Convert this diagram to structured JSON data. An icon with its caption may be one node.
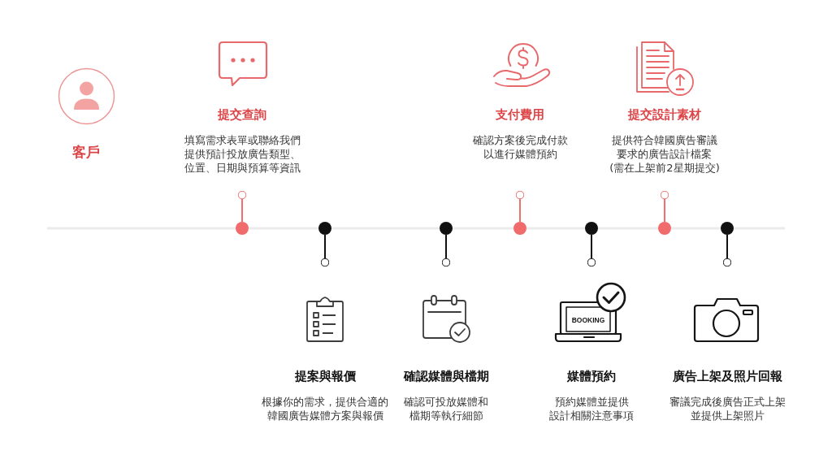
{
  "diagram": {
    "nodes": [
      {
        "text": [
          "客戶"
        ]
      },
      {
        "text": [
          "提交查詢",
          "填寫需求表單或聯絡我們提供預計投放廣告類型、位置、日期與預算等資訊"
        ]
      },
      {
        "text": [
          "提案與報價",
          "根據你的需求，提供合適的韓國廣告媒體方案與報價"
        ]
      },
      {
        "text": [
          "確認媒體與檔期",
          "確認可投放媒體和檔期等執行細節"
        ]
      },
      {
        "text": [
          "支付費用",
          "確認方案後完成付款以進行媒體預約"
        ]
      },
      {
        "text": [
          "媒體預約",
          "預約媒體並提供設計相關注意事項"
        ]
      },
      {
        "text": [
          "提交設計素材",
          "提供符合韓國廣告審議要求的廣告設計檔案(需在上架前2星期提交)"
        ]
      },
      {
        "text": [
          "廣告上架及照片回報",
          "審議完成後廣告正式上架並提供上架照片"
        ]
      },
      {
        "text": [],
        "shape": "circle"
      },
      {
        "text": [],
        "shape": "circle"
      },
      {
        "text": [],
        "shape": "circle"
      },
      {
        "text": [],
        "shape": "circle"
      },
      {
        "text": [],
        "shape": "circle"
      },
      {
        "text": [],
        "shape": "circle"
      },
      {
        "text": [],
        "shape": "circle"
      },
      {
        "text": [],
        "shape": "circle"
      },
      {
        "text": [],
        "shape": "circle"
      },
      {
        "text": [],
        "shape": "circle"
      },
      {
        "text": [],
        "shape": "circle"
      },
      {
        "text": [],
        "shape": "circle"
      },
      {
        "text": [],
        "shape": "circle"
      },
      {
        "text": [],
        "shape": "circle"
      }
    ],
    "edges": [
      {
        "from": null,
        "to": 8,
        "arrow": "none"
      },
      {
        "from": 8,
        "to": 9,
        "arrow": "none"
      },
      {
        "from": 9,
        "to": 10,
        "arrow": "none"
      },
      {
        "from": 10,
        "to": 11,
        "arrow": "none"
      },
      {
        "from": 11,
        "to": 12,
        "arrow": "none"
      },
      {
        "from": 12,
        "to": 13,
        "arrow": "none"
      },
      {
        "from": 13,
        "to": 14,
        "arrow": "none"
      },
      {
        "from": 14,
        "to": null,
        "arrow": "none"
      },
      {
        "from": 8,
        "to": 15,
        "arrow": "none",
        "color": "#f07070"
      },
      {
        "from": 9,
        "to": 16,
        "arrow": "none",
        "color": "#111111"
      },
      {
        "from": 10,
        "to": 17,
        "arrow": "none",
        "color": "#111111"
      },
      {
        "from": 11,
        "to": 18,
        "arrow": "none",
        "color": "#f07070"
      },
      {
        "from": 12,
        "to": 19,
        "arrow": "none",
        "color": "#111111"
      },
      {
        "from": 13,
        "to": 20,
        "arrow": "none",
        "color": "#f07070"
      },
      {
        "from": 14,
        "to": 21,
        "arrow": "none",
        "color": "#111111"
      }
    ],
    "labels": [
      "BOOKING"
    ]
  }
}
